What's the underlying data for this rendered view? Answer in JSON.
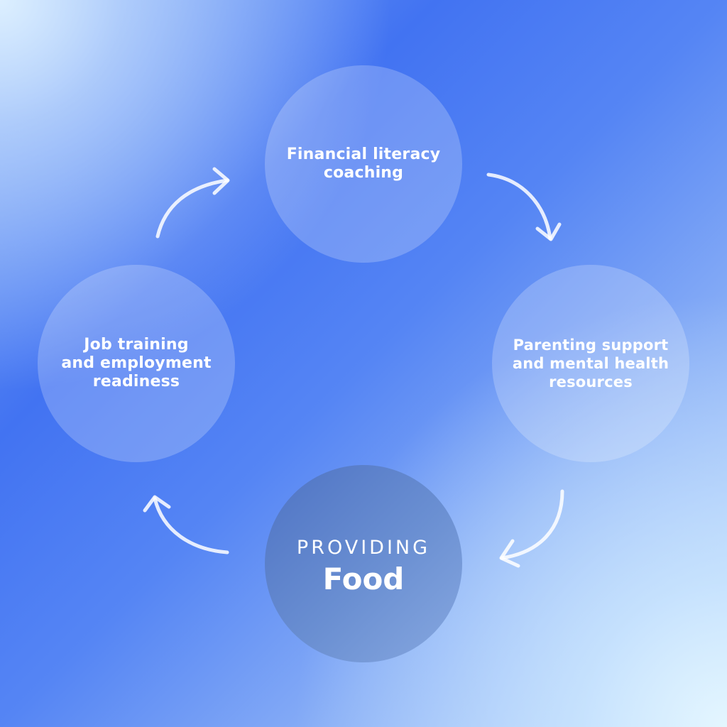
{
  "diagram": {
    "nodes": {
      "top": {
        "label": "Financial literacy\ncoaching"
      },
      "right": {
        "label": "Parenting support\nand mental health\nresources"
      },
      "bottom": {
        "kicker": "PROVIDING",
        "title": "Food"
      },
      "left": {
        "label": "Job training\nand employment\nreadiness"
      }
    },
    "flow_direction": "clockwise",
    "colors": {
      "text": "#ffffff",
      "background_primary": "#4273f2",
      "center_node": "#5a80c9"
    }
  }
}
